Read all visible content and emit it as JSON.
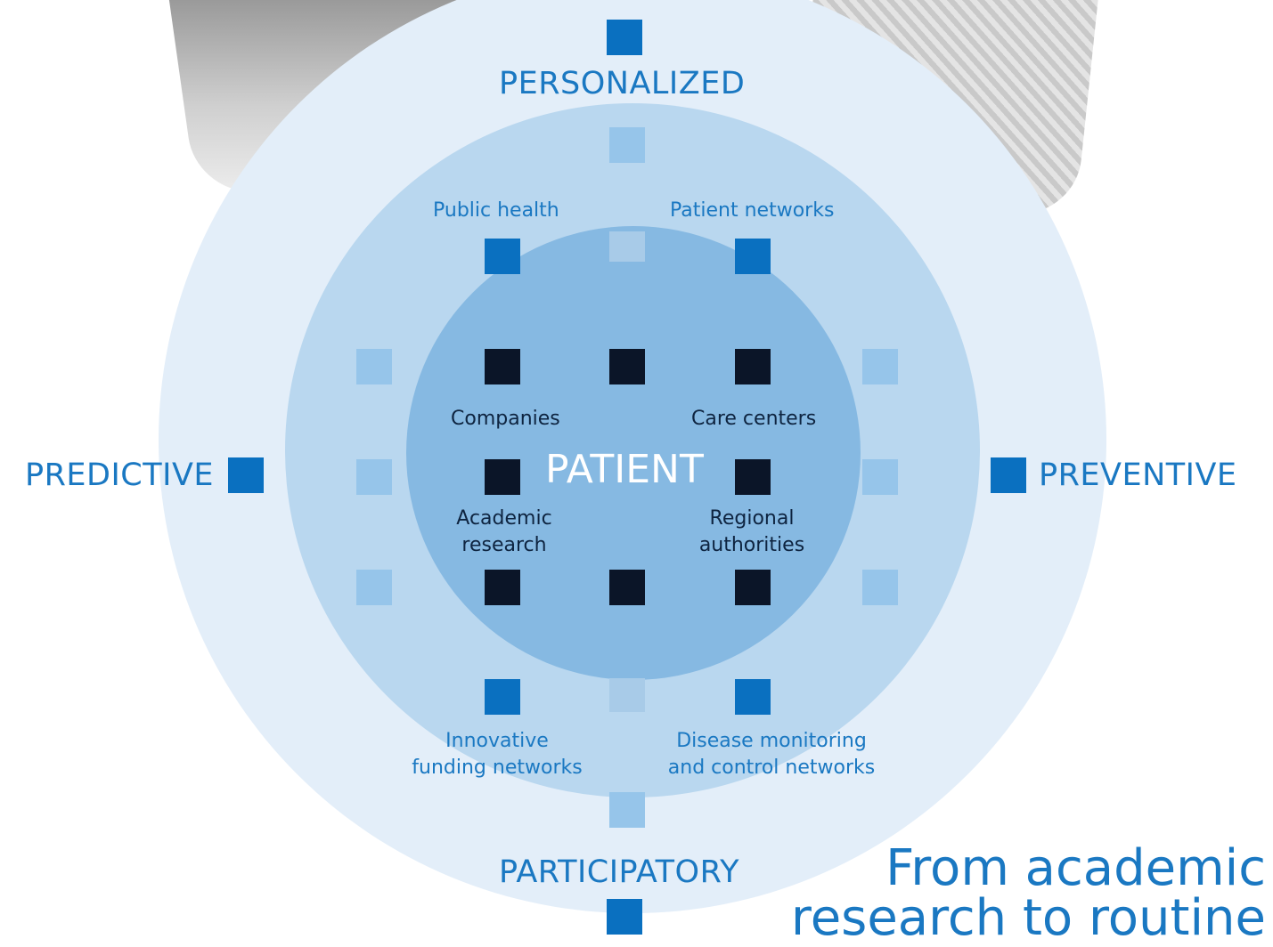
{
  "colors": {
    "accent": "#1a78c2",
    "dark_square": "#0b1528",
    "outer_ring": "#e3eef9",
    "middle_ring": "#b9d7ef",
    "inner_circle": "#86b9e2"
  },
  "center": {
    "label": "PATIENT"
  },
  "axes": {
    "top": "PERSONALIZED",
    "left": "PREDICTIVE",
    "right": "PREVENTIVE",
    "bottom": "PARTICIPATORY"
  },
  "middle_labels": {
    "public_health": "Public health",
    "patient_networks": "Patient networks",
    "innovative_funding_1": "Innovative",
    "innovative_funding_2": "funding networks",
    "disease_monitoring_1": "Disease monitoring",
    "disease_monitoring_2": "and control networks"
  },
  "inner_labels": {
    "companies": "Companies",
    "care_centers": "Care centers",
    "academic_research_1": "Academic",
    "academic_research_2": "research",
    "regional_authorities_1": "Regional",
    "regional_authorities_2": "authorities"
  },
  "tagline": {
    "line1": "From academic",
    "line2": "research to routine"
  }
}
